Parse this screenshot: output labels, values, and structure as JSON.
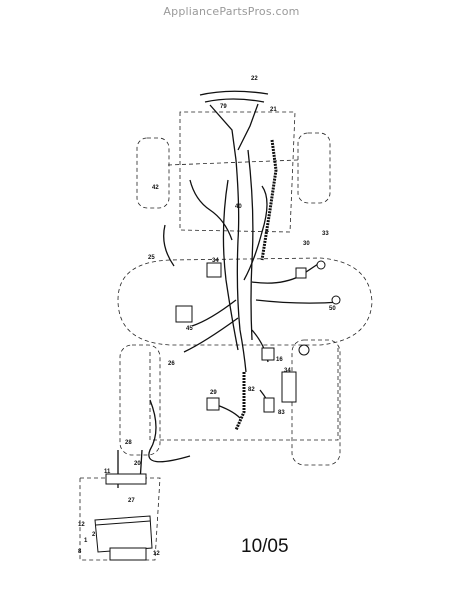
{
  "watermark": "AppliancePartsPros.com",
  "date_code": "10/05",
  "callouts": [
    "22",
    "79",
    "21",
    "42",
    "40",
    "30",
    "33",
    "25",
    "34",
    "50",
    "45",
    "26",
    "16",
    "28",
    "29",
    "82",
    "83",
    "34",
    "11",
    "27",
    "12",
    "1",
    "2",
    "8",
    "12",
    "20"
  ]
}
